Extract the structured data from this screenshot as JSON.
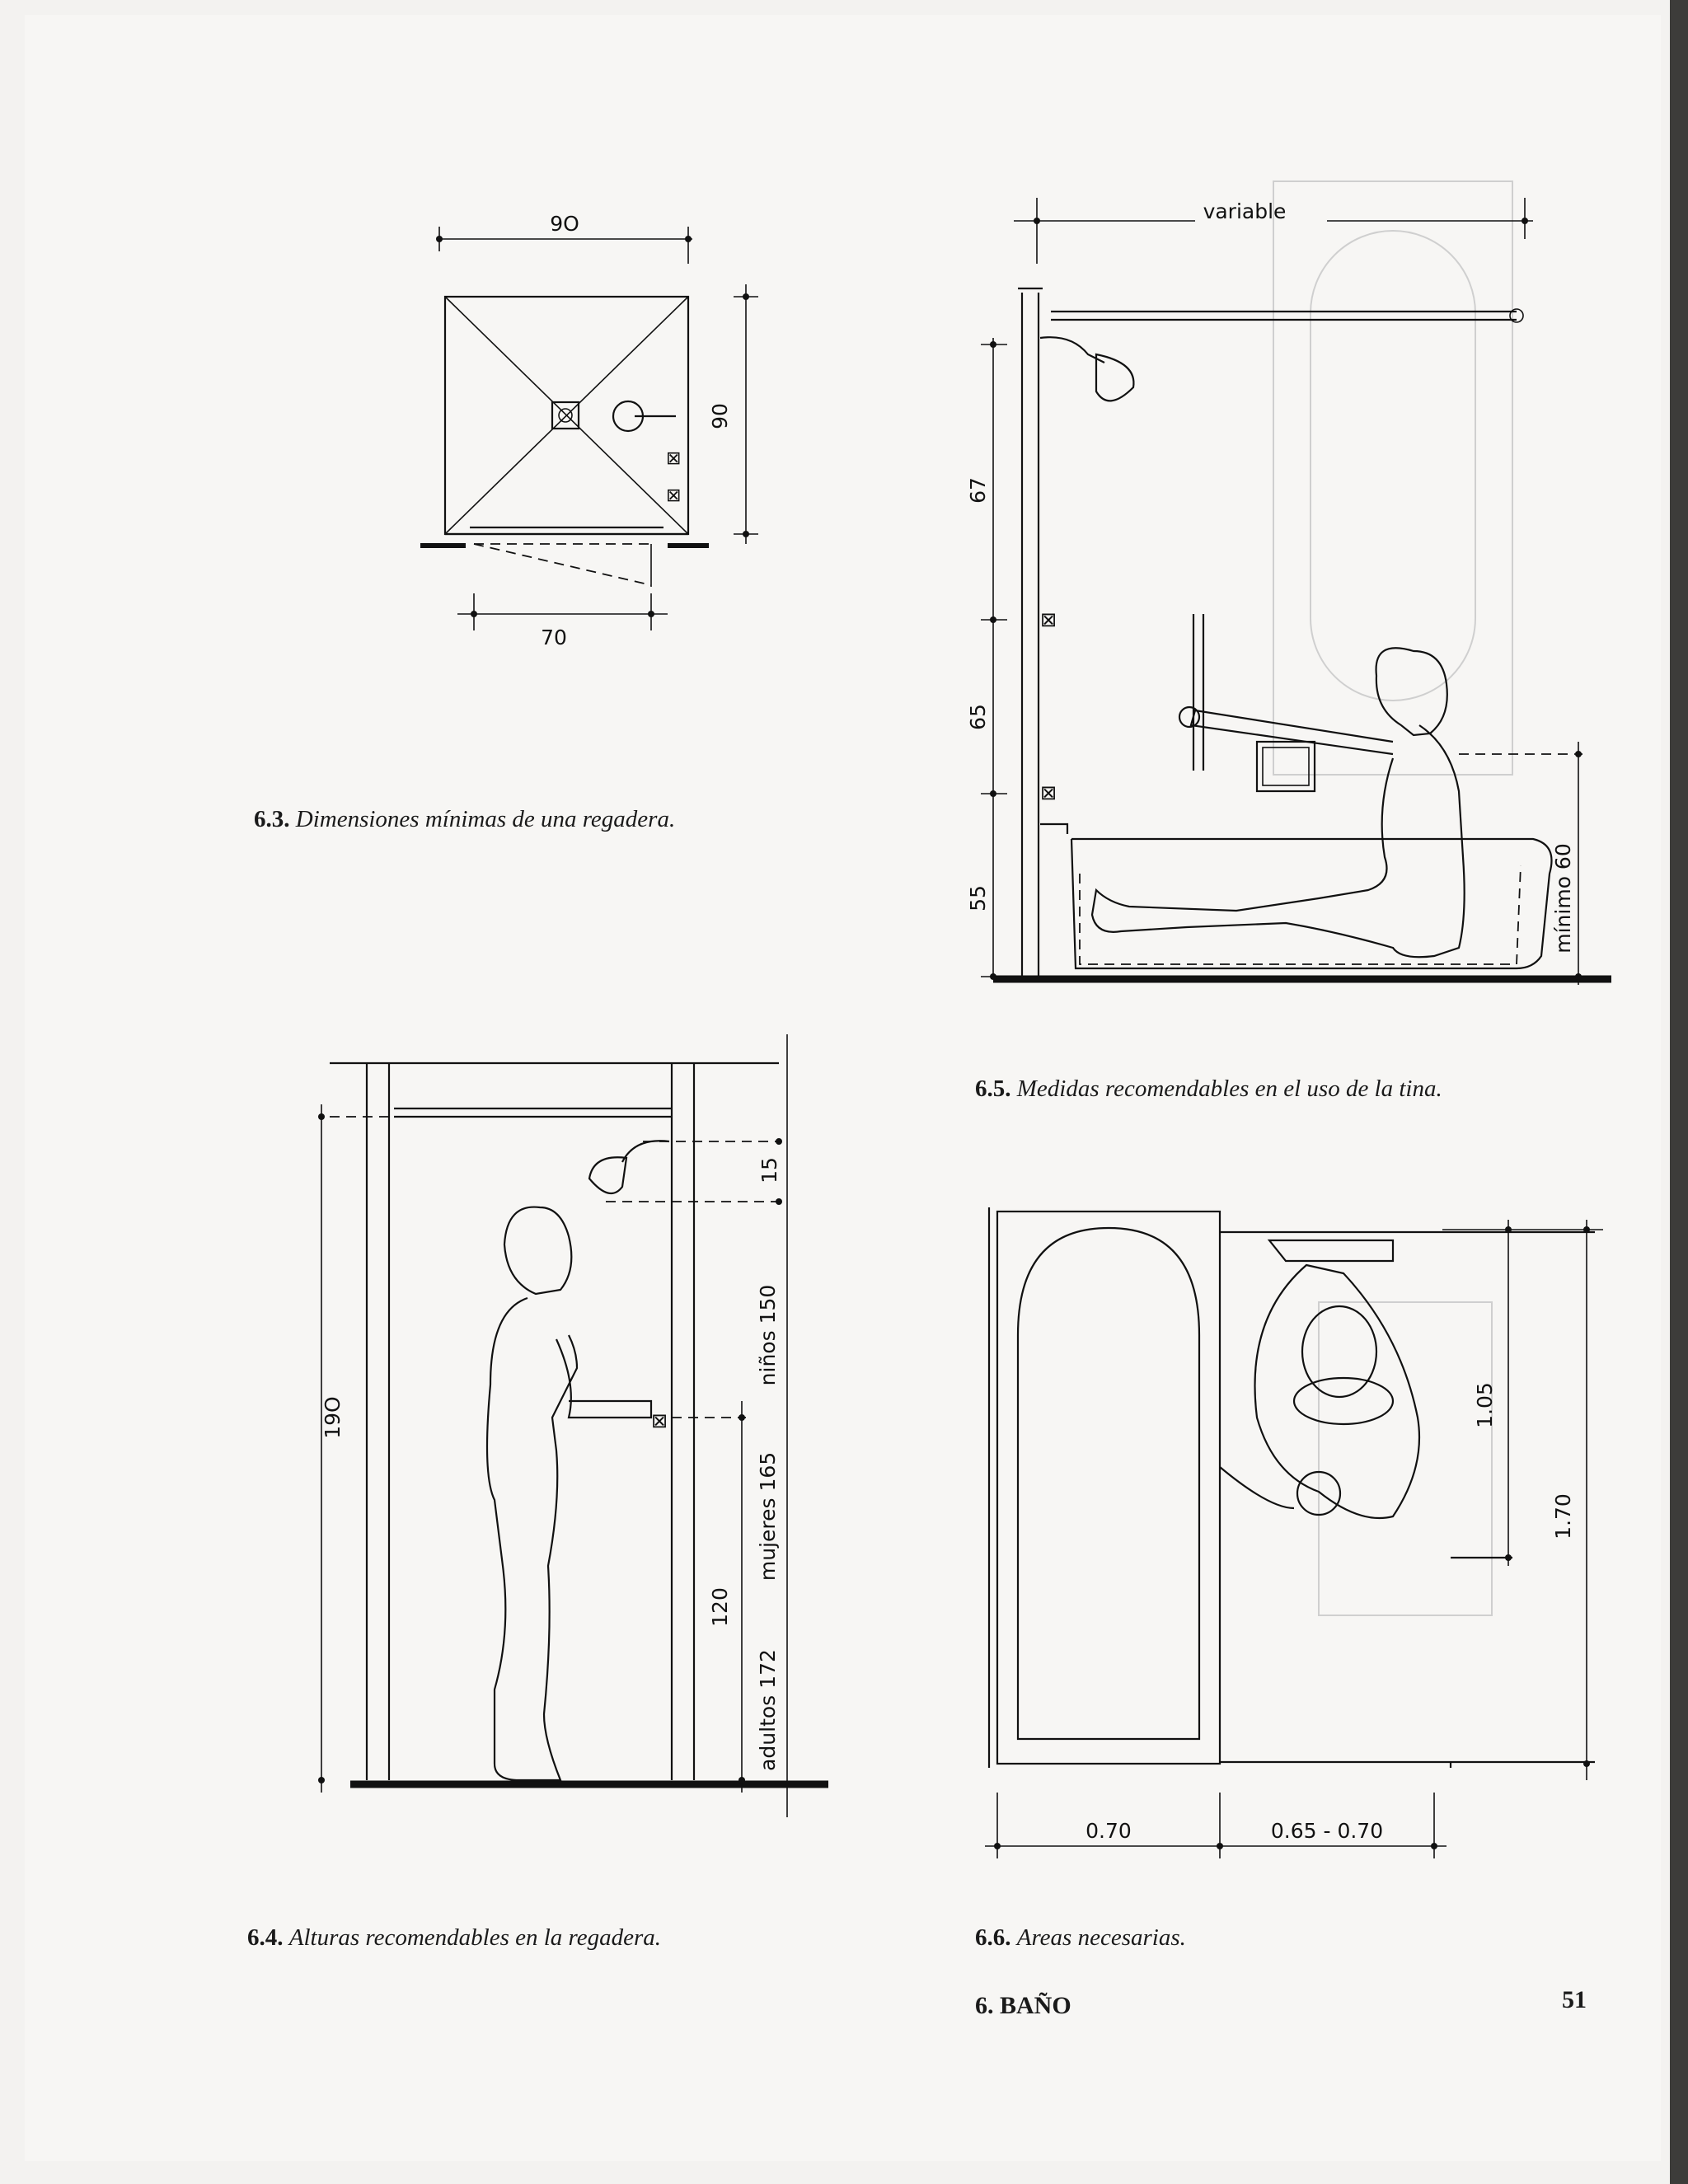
{
  "figures": {
    "fig63": {
      "number": "6.3.",
      "caption": "Dimensiones mínimas de una regadera.",
      "dims": {
        "width_top": "9O",
        "depth_right": "90",
        "door_bottom": "70"
      }
    },
    "fig64": {
      "number": "6.4.",
      "caption": "Alturas recomendables en la regadera.",
      "dims": {
        "total": "19O",
        "head": "15",
        "controls": "120",
        "adults": "adultos 172",
        "women": "mujeres 165",
        "children": "niños 150"
      }
    },
    "fig65": {
      "number": "6.5.",
      "caption": "Medidas recomendables en el uso de la tina.",
      "dims": {
        "top": "variable",
        "upper": "67",
        "middle": "65",
        "lower": "55",
        "tub": "mínimo 60"
      }
    },
    "fig66": {
      "number": "6.6.",
      "caption": "Areas necesarias.",
      "dims": {
        "inner": "1.05",
        "outer": "1.70",
        "tub_width": "0.70",
        "clearance": "0.65 - 0.70"
      }
    }
  },
  "footer": {
    "section": "6. BAÑO",
    "page_number": "51"
  }
}
